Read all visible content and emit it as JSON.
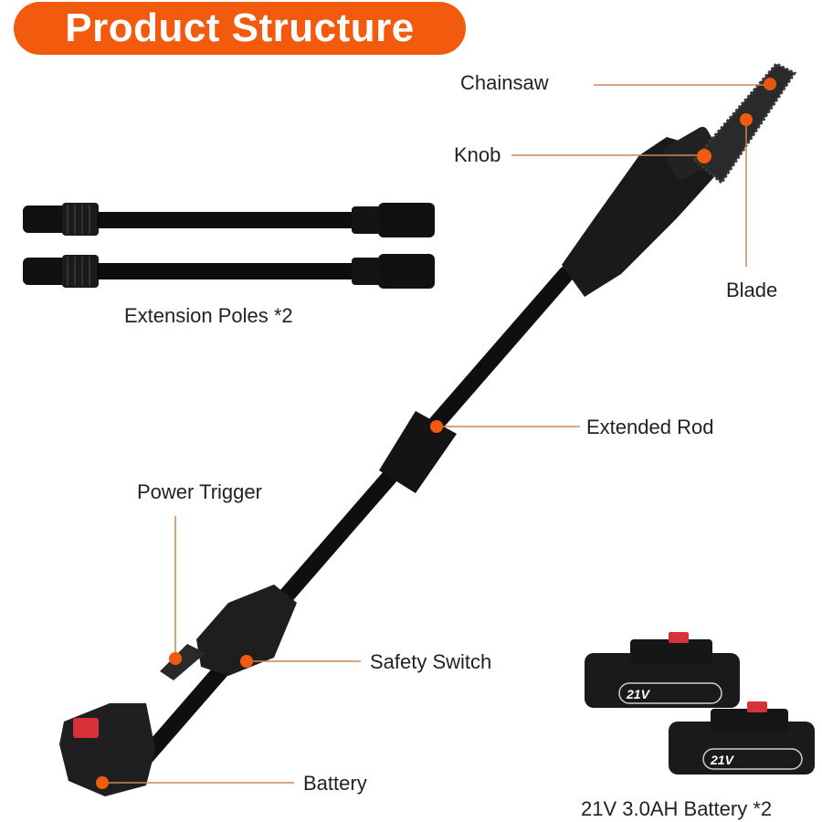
{
  "header": {
    "title": "Product Structure"
  },
  "colors": {
    "accent": "#f25a0d",
    "leader_line": "#c9895a",
    "product_black": "#141414",
    "battery_red": "#d8313a"
  },
  "labels": {
    "chainsaw": "Chainsaw",
    "knob": "Knob",
    "blade": "Blade",
    "extension_poles": "Extension Poles *2",
    "extended_rod": "Extended Rod",
    "power_trigger": "Power Trigger",
    "safety_switch": "Safety Switch",
    "battery": "Battery",
    "battery_pack": "21V 3.0AH Battery *2"
  },
  "battery_badge": {
    "voltage": "21V"
  }
}
